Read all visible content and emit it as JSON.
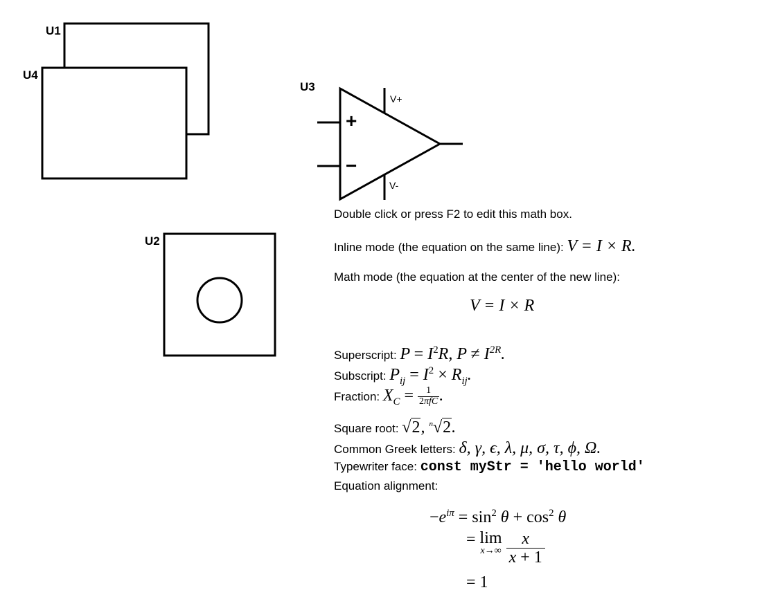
{
  "components": {
    "u1": {
      "label": "U1"
    },
    "u4": {
      "label": "U4"
    },
    "u2": {
      "label": "U2"
    },
    "u3": {
      "label": "U3",
      "pin_vplus": "V+",
      "pin_vminus": "V-",
      "plus": "+",
      "minus": "−"
    }
  },
  "mathbox": {
    "intro": "Double click or press F2 to edit this math box.",
    "inline_label": "Inline mode (the equation on the same line): ",
    "inline_eq": "V = I × R.",
    "math_mode_label": "Math mode (the equation at the center of the new line):",
    "display_eq": "V = I × R",
    "superscript_label": "Superscript: ",
    "subscript_label": "Subscript: ",
    "fraction_label": "Fraction: ",
    "sqrt_label": "Square root: ",
    "greek_label": "Common Greek letters: ",
    "greek_letters": "δ, γ, ϵ, λ, μ, σ, τ, ϕ, Ω.",
    "typewriter_label": "Typewriter face: ",
    "typewriter_text": "const myStr = 'hello world'",
    "alignment_label": "Equation alignment:"
  }
}
